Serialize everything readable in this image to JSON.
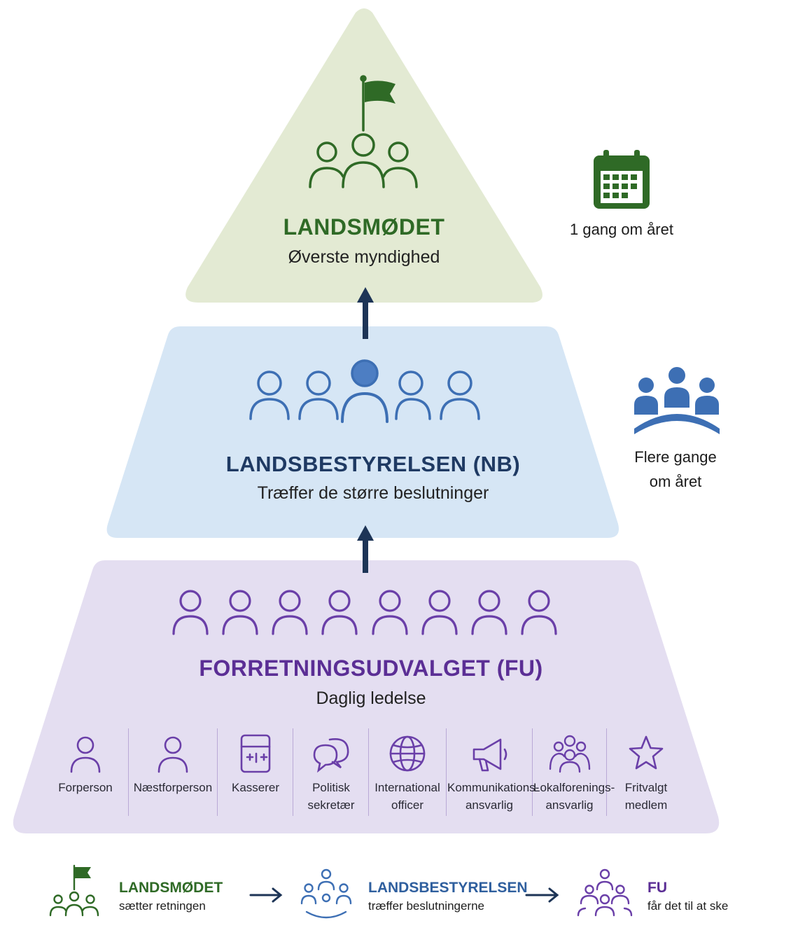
{
  "pyramid": {
    "top": {
      "title": "LANDSMØDET",
      "subtitle": "Øverste myndighed",
      "side_label": "1 gang om året",
      "color": "#e3ead3"
    },
    "middle": {
      "title": "LANDSBESTYRELSEN (NB)",
      "subtitle": "Træffer de større beslutninger",
      "side_label_line1": "Flere gange",
      "side_label_line2": "om året",
      "color": "#d6e6f5"
    },
    "bottom": {
      "title": "FORRETNINGSUDVALGET (FU)",
      "subtitle": "Daglig ledelse",
      "color": "#e4def1",
      "roles": [
        {
          "line1": "Forperson",
          "line2": "",
          "icon": "person-icon"
        },
        {
          "line1": "Næstforperson",
          "line2": "",
          "icon": "person-icon"
        },
        {
          "line1": "Kasserer",
          "line2": "",
          "icon": "calculator-icon"
        },
        {
          "line1": "Politisk",
          "line2": "sekretær",
          "icon": "speech-bubbles-icon"
        },
        {
          "line1": "International",
          "line2": "officer",
          "icon": "globe-icon"
        },
        {
          "line1": "Kommunikations-",
          "line2": "ansvarlig",
          "icon": "megaphone-icon"
        },
        {
          "line1": "Lokalforenings-",
          "line2": "ansvarlig",
          "icon": "group-icon"
        },
        {
          "line1": "Fritvalgt",
          "line2": "medlem",
          "icon": "star-icon"
        }
      ]
    }
  },
  "legend": [
    {
      "title": "LANDSMØDET",
      "subtitle": "sætter retningen",
      "color": "#2f6a26"
    },
    {
      "title": "LANDSBESTYRELSEN",
      "subtitle": "træffer beslutningerne",
      "color": "#2f5f9e"
    },
    {
      "title": "FU",
      "subtitle": "får det til at ske",
      "color": "#5b2e95"
    }
  ],
  "colors": {
    "green": "#2f6a26",
    "blue": "#3d6fb4",
    "navy": "#1f3a63",
    "purple": "#6a3fa8"
  }
}
